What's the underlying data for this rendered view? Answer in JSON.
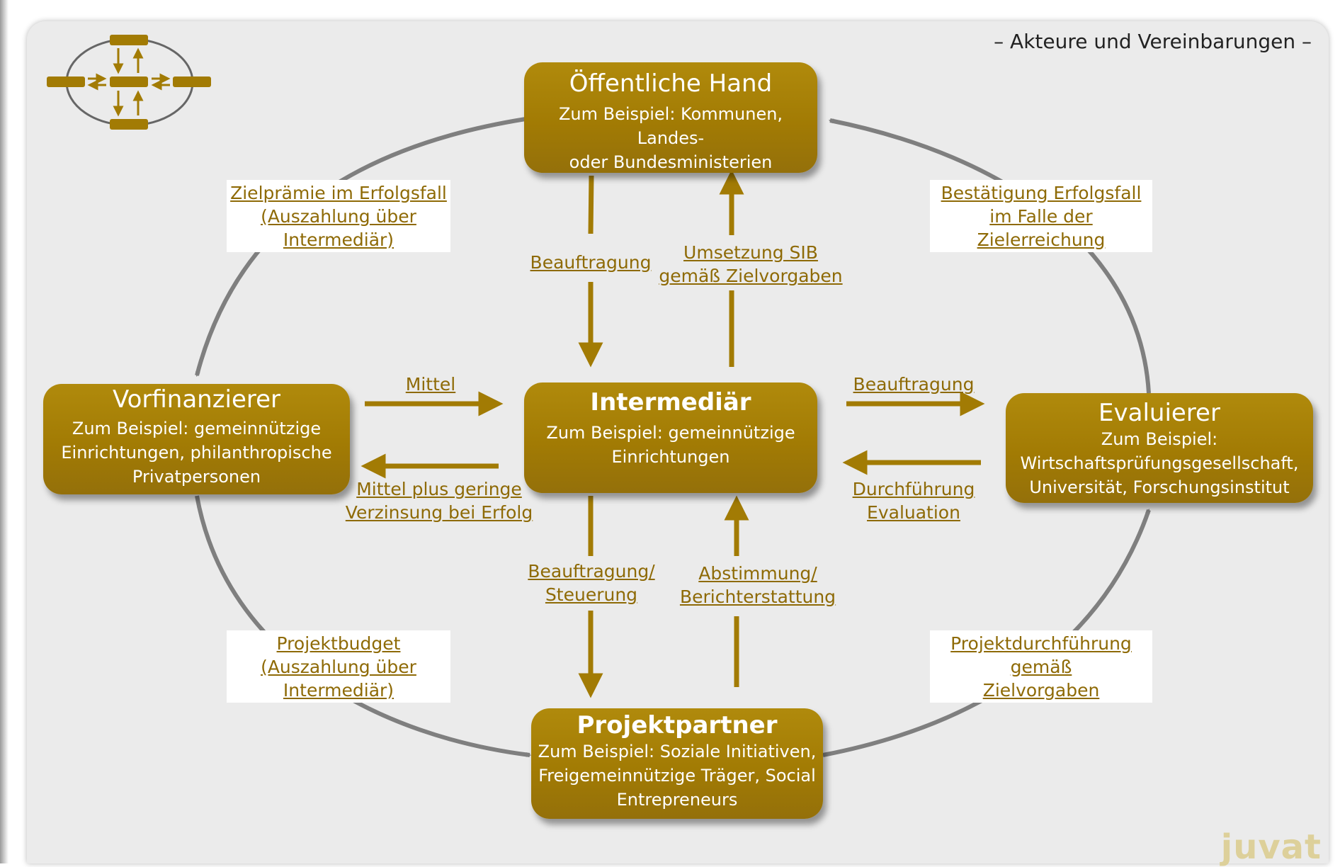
{
  "slide_subtitle": "– Akteure und Vereinbarungen –",
  "logo_text": "juvat",
  "colors": {
    "node_fill": "#a27b04",
    "arrow_gold": "#a27b04",
    "cycle_arrow": "#7f7f7f",
    "label_text": "#8e6a06",
    "background": "#ebebeb"
  },
  "icons": [
    "actor-network-icon"
  ],
  "nodes": {
    "oeffentliche_hand": {
      "title": "Öffentliche Hand",
      "line1": "Zum Beispiel: Kommunen, Landes-",
      "line2": "oder Bundesministerien"
    },
    "vorfinanzierer": {
      "title": "Vorfinanzierer",
      "line1": "Zum Beispiel: gemeinnützige",
      "line2": "Einrichtungen, philanthropische",
      "line3": "Privatpersonen"
    },
    "intermediaer": {
      "title": "Intermediär",
      "line1": "Zum Beispiel: gemeinnützige",
      "line2": "Einrichtungen"
    },
    "evaluierer": {
      "title": "Evaluierer",
      "line1": "Zum Beispiel:",
      "line2": "Wirtschaftsprüfungsgesellschaft,",
      "line3": "Universität, Forschungsinstitut"
    },
    "projektpartner": {
      "title": "Projektpartner",
      "line1": "Zum Beispiel: Soziale Initiativen,",
      "line2": "Freigemeinnützige Träger, Social",
      "line3": "Entrepreneurs"
    }
  },
  "labels": {
    "zielpraemie": [
      "Zielprämie im Erfolgsfall",
      "(Auszahlung über",
      "Intermediär)"
    ],
    "bestaetigung": [
      "Bestätigung Erfolgsfall",
      "im Falle der",
      "Zielerreichung"
    ],
    "projektbudget": [
      "Projektbudget",
      "(Auszahlung über",
      "Intermediär)"
    ],
    "projektdurchfuehrung": [
      "Projektdurchführung",
      "gemäß",
      "Zielvorgaben"
    ],
    "beauftragung_top": [
      "Beauftragung"
    ],
    "umsetzung_sib": [
      "Umsetzung SIB",
      "gemäß Zielvorgaben"
    ],
    "mittel": [
      "Mittel"
    ],
    "mittel_plus": [
      "Mittel plus geringe",
      "Verzinsung bei Erfolg"
    ],
    "beauftragung_right": [
      "Beauftragung"
    ],
    "durchfuehrung": [
      "Durchführung",
      "Evaluation"
    ],
    "beauftragung_steuerung": [
      "Beauftragung/",
      "Steuerung"
    ],
    "abstimmung": [
      "Abstimmung/",
      "Berichterstattung"
    ]
  }
}
